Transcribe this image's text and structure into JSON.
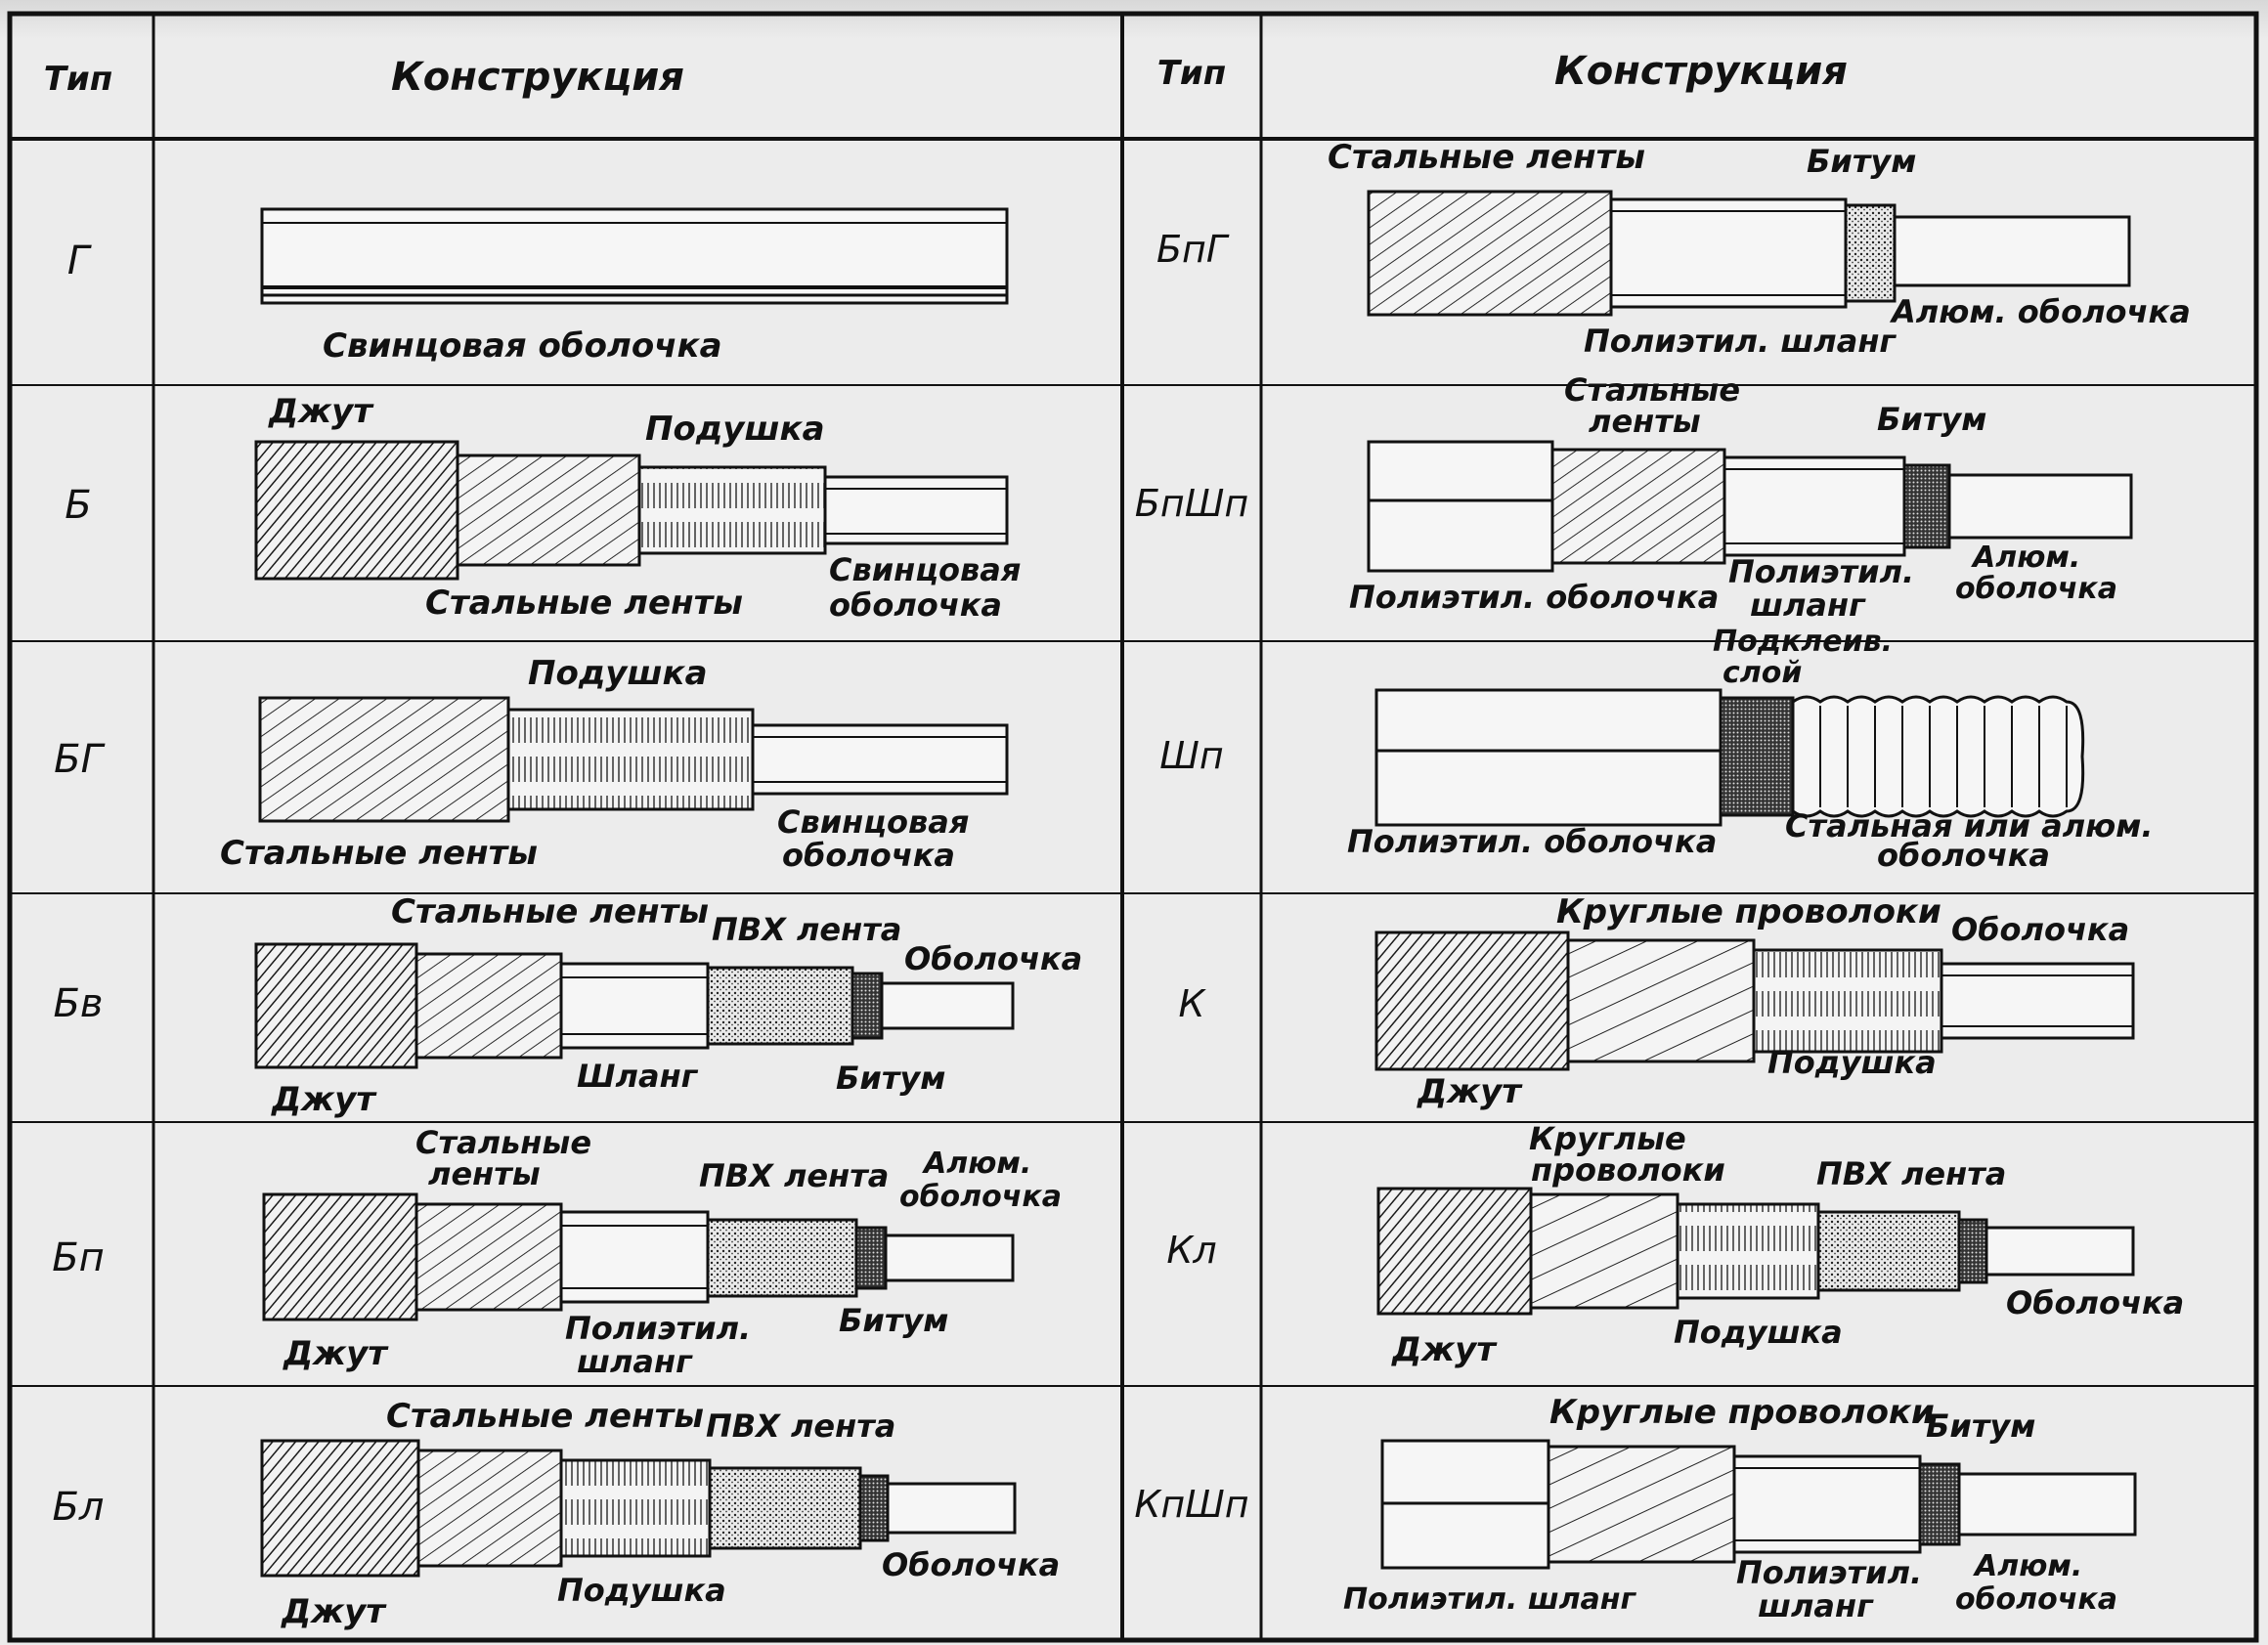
{
  "header": {
    "left_type": "Тип",
    "left_construction": "Конструкция",
    "right_type": "Тип",
    "right_construction": "Конструкция"
  },
  "left_rows": [
    {
      "type": "Г",
      "labels": [
        "Свинцовая оболочка"
      ]
    },
    {
      "type": "Б",
      "labels": [
        "Джут",
        "Подушка",
        "Стальные ленты",
        "Свинцовая",
        "оболочка"
      ]
    },
    {
      "type": "БГ",
      "labels": [
        "Подушка",
        "Стальные ленты",
        "Свинцовая",
        "оболочка"
      ]
    },
    {
      "type": "Бв",
      "labels": [
        "Стальные ленты",
        "ПВХ лента",
        "Оболочка",
        "Шланг",
        "Битум",
        "Джут"
      ]
    },
    {
      "type": "Бп",
      "labels": [
        "Стальные",
        "ленты",
        "ПВХ лента",
        "Алюм.",
        "оболочка",
        "Полиэтил.",
        "шланг",
        "Битум",
        "Джут"
      ]
    },
    {
      "type": "Бл",
      "labels": [
        "Стальные ленты",
        "ПВХ лента",
        "Оболочка",
        "Подушка",
        "Джут"
      ]
    }
  ],
  "right_rows": [
    {
      "type": "БпГ",
      "labels": [
        "Стальные ленты",
        "Битум",
        "Алюм. оболочка",
        "Полиэтил. шланг"
      ]
    },
    {
      "type": "БпШп",
      "labels": [
        "Стальные",
        "ленты",
        "Битум",
        "Полиэтил. оболочка",
        "Полиэтил.",
        "шланг",
        "Алюм.",
        "оболочка"
      ]
    },
    {
      "type": "Шп",
      "labels": [
        "Подклеив.",
        "слой",
        "Полиэтил. оболочка",
        "Стальная или алюм.",
        "оболочка"
      ]
    },
    {
      "type": "К",
      "labels": [
        "Круглые проволоки",
        "Оболочка",
        "Подушка",
        "Джут"
      ]
    },
    {
      "type": "Кл",
      "labels": [
        "Круглые",
        "проволоки",
        "ПВХ лента",
        "Оболочка",
        "Подушка",
        "Джут"
      ]
    },
    {
      "type": "КпШп",
      "labels": [
        "Круглые проволоки",
        "Битум",
        "Полиэтил. шланг",
        "Полиэтил.",
        "шланг",
        "Алюм.",
        "оболочка"
      ]
    }
  ]
}
